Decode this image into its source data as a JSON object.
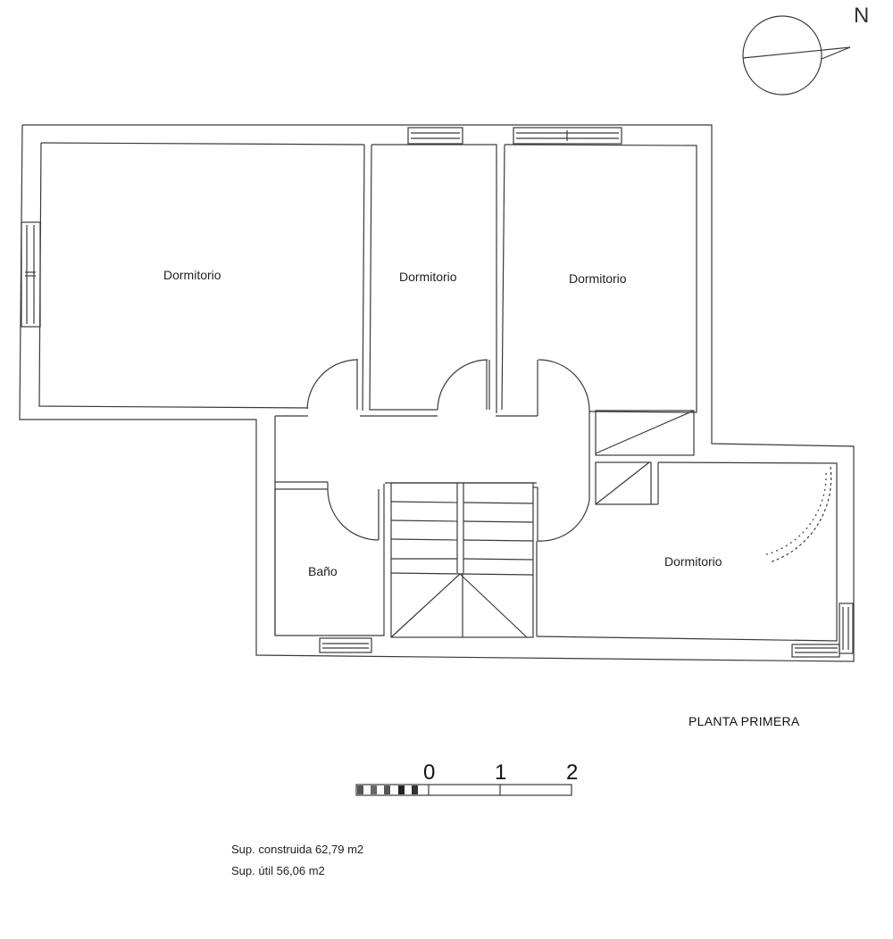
{
  "compass": {
    "north_label": "N",
    "icon": "north-arrow-icon"
  },
  "rooms": [
    {
      "label": "Dormitorio",
      "id": "dormitorio-1"
    },
    {
      "label": "Dormitorio",
      "id": "dormitorio-2"
    },
    {
      "label": "Dormitorio",
      "id": "dormitorio-3"
    },
    {
      "label": "Dormitorio",
      "id": "dormitorio-4"
    },
    {
      "label": "Baño",
      "id": "bano"
    }
  ],
  "plan_title": "PLANTA PRIMERA",
  "scale_bar": {
    "labels": [
      "0",
      "1",
      "2"
    ]
  },
  "areas": {
    "built": "Sup. construida 62,79 m2",
    "useful": "Sup. útil 56,06 m2"
  },
  "colors": {
    "line": "#333333",
    "background": "#ffffff"
  }
}
